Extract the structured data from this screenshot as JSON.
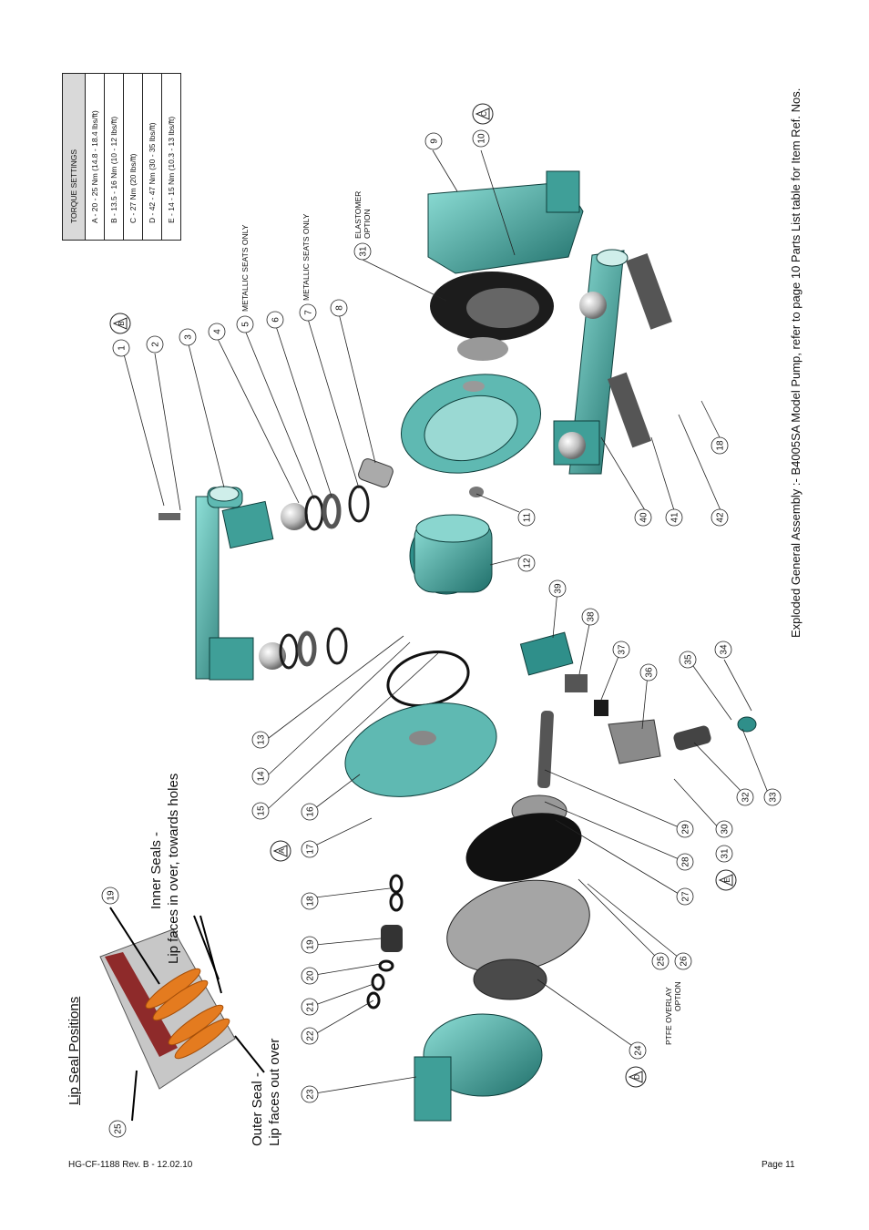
{
  "title": "Exploded General Assembly :- B4005SA Model Pump, refer to page 10 Parts List table for Item Ref. Nos.",
  "footer": {
    "doc_ref": "HG-CF-1188 Rev. B - 12.02.10",
    "page": "Page 11"
  },
  "torque": {
    "header": "TORQUE SETTINGS",
    "rows": [
      "A   -   20 - 25 Nm (14.8 - 18.4 lbs/ft)",
      "B   -   13.5 - 16 Nm (10 - 12 lbs/ft)",
      "C   -   27 Nm (20 lbs/ft)",
      "D   -   42 - 47 Nm (30 - 35 lbs/ft)",
      "E   -   14 - 15 Nm (10.3 - 13 lbs/ft)"
    ]
  },
  "lip_seal": {
    "title": "Lip Seal Positions",
    "inner_1": "Inner Seals -",
    "inner_2": "Lip faces in over, towards holes",
    "outer_1": "Outer Seal -",
    "outer_2": "Lip faces out over"
  },
  "notes": {
    "metallic_5": "METALLIC SEATS ONLY",
    "metallic_7": "METALLIC SEATS ONLY",
    "elast_1": "ELASTOMER",
    "elast_2": "OPTION",
    "ptfe_1": "PTFE OVERLAY",
    "ptfe_2": "OPTION"
  },
  "torque_markers": [
    "A",
    "B",
    "C",
    "D",
    "E"
  ],
  "callouts": [
    "1",
    "2",
    "3",
    "4",
    "5",
    "6",
    "7",
    "8",
    "9",
    "10",
    "11",
    "12",
    "13",
    "14",
    "15",
    "16",
    "17",
    "18",
    "19",
    "20",
    "21",
    "22",
    "23",
    "24",
    "25",
    "26",
    "27",
    "28",
    "29",
    "30",
    "31",
    "32",
    "33",
    "34",
    "35",
    "36",
    "37",
    "38",
    "39",
    "40",
    "41",
    "42",
    "18",
    "19",
    "25",
    "31"
  ],
  "colors": {
    "teal": "#2f8f8a",
    "teal_light": "#7ccfc9",
    "rubber": "#1d1d1d",
    "steel": "#b9b9b9",
    "seal": "#e47b1f"
  }
}
